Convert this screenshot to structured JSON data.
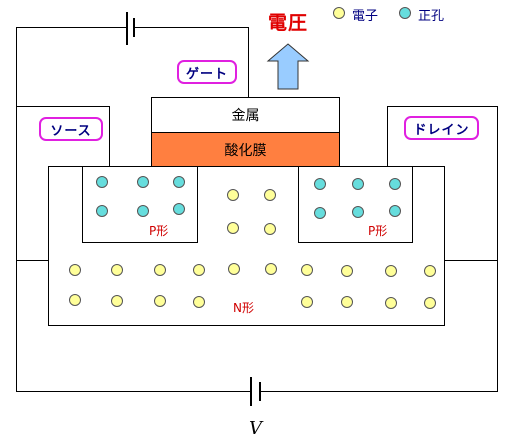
{
  "title": {
    "text": "電圧",
    "color": "#e00000"
  },
  "legend": {
    "electron": "電子",
    "hole": "正孔"
  },
  "labels": {
    "gate": "ゲート",
    "source": "ソース",
    "drain": "ドレイン"
  },
  "layers": {
    "metal": "金属",
    "oxide": "酸化膜"
  },
  "regions": {
    "p_left": "P形",
    "p_right": "P形",
    "n": "N形"
  },
  "voltage_symbol": "V",
  "colors": {
    "oxide": "#ff7f40",
    "arrow": "#99ccff",
    "electron": "#ffff99",
    "hole": "#66dddd",
    "pill_border": "#e020e0",
    "label_text": "#000080",
    "region_text": "#d00000"
  },
  "icons": {
    "arrow": "up-arrow-icon",
    "battery": "battery-icon"
  }
}
